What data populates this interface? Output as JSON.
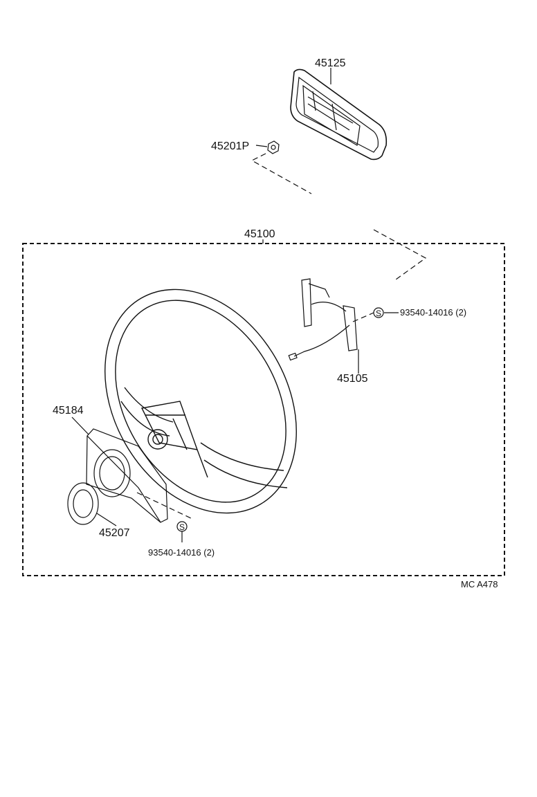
{
  "parts": {
    "horn_pad": "45125",
    "nut": "45201P",
    "wheel_assy": "45100",
    "horn_contact": "45105",
    "cover": "45184",
    "plate": "45207"
  },
  "refs": {
    "screw_upper": "93540-14016 (2)",
    "screw_lower": "93540-14016 (2)",
    "s_mark": "S"
  },
  "figure_code": "MC A478"
}
